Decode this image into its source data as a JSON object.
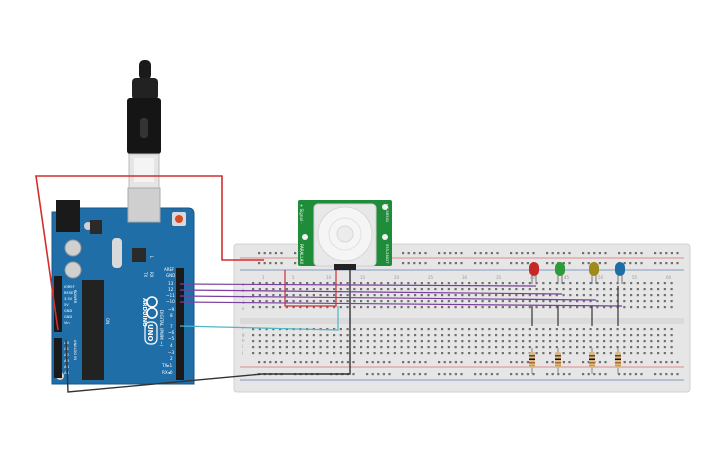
{
  "arduino": {
    "brand": "ARDUINO",
    "model": "UNO",
    "aref": "AREF",
    "gnd": "GND",
    "digital_label": "DIGITAL (PWM ~)",
    "power_label": "POWER",
    "analog_label": "ANALOG IN",
    "tx": "TX",
    "rx": "RX",
    "l": "L",
    "on": "ON",
    "power_pins": [
      "IOREF",
      "RESET",
      "3.3V",
      "5V",
      "GND",
      "GND",
      "Vin"
    ],
    "analog_pins": [
      "A0",
      "A1",
      "A2",
      "A3",
      "A4",
      "A5"
    ],
    "digital_pins": [
      "13",
      "12",
      "~11",
      "~10",
      "~9",
      "8",
      "7",
      "~6",
      "~5",
      "4",
      "~3",
      "2",
      "TX▸1",
      "RX◂0"
    ]
  },
  "pir": {
    "left_text": "+ Signal -",
    "right_text": "HC-SR501",
    "bottom_left": "PARALLAX",
    "bottom_right": "555-28027"
  },
  "leds": [
    {
      "name": "red-led",
      "color": "#c62828"
    },
    {
      "name": "green-led",
      "color": "#2e9b3a"
    },
    {
      "name": "yellow-led",
      "color": "#a08a1c"
    },
    {
      "name": "blue-led",
      "color": "#1d6fa3"
    }
  ],
  "breadboard": {
    "row_letters_top": [
      "a",
      "b",
      "c",
      "d",
      "e"
    ],
    "row_letters_bottom": [
      "f",
      "g",
      "h",
      "i",
      "j"
    ],
    "column_numbers": [
      "1",
      "5",
      "10",
      "15",
      "20",
      "25",
      "30",
      "35",
      "40",
      "45",
      "50",
      "55",
      "60"
    ]
  },
  "colors": {
    "board_blue": "#1f6ea8",
    "wire_red": "#d32f2f",
    "wire_purple": "#7b3f9e",
    "wire_teal": "#4fb6c8",
    "wire_black": "#333333",
    "breadboard": "#e6e6e6",
    "pir_board": "#1f8c3a"
  }
}
